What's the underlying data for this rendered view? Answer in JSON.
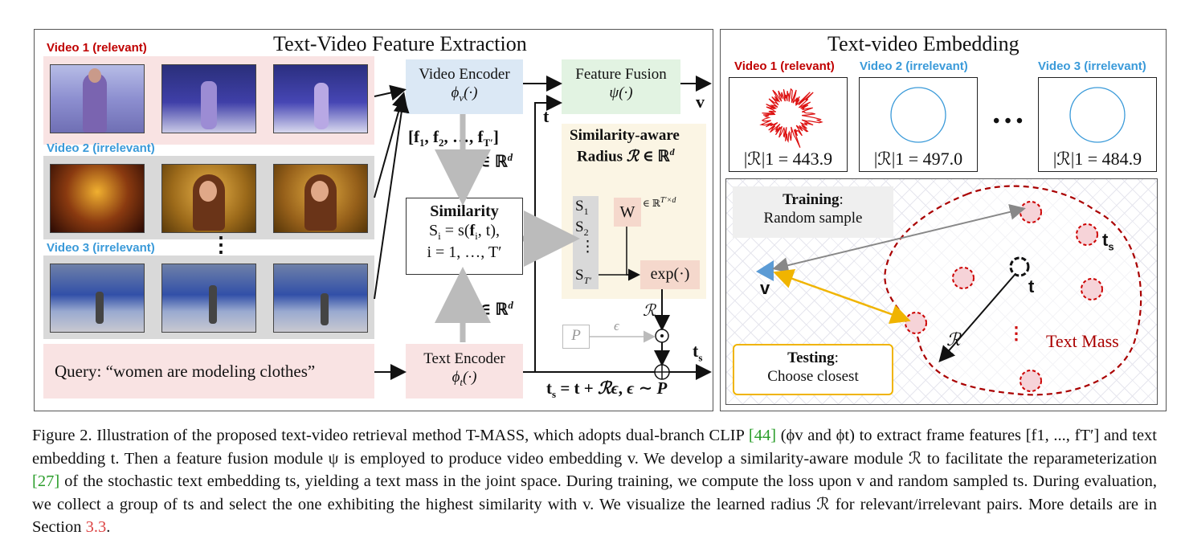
{
  "left_panel": {
    "title": "Text-Video Feature Extraction",
    "videos": [
      {
        "label": "Video 1 (relevant)",
        "color": "#c00000"
      },
      {
        "label": "Video 2 (irrelevant)",
        "color": "#3a9ad9"
      },
      {
        "label": "Video 3 (irrelevant)",
        "color": "#3a9ad9"
      }
    ],
    "vdots": "⋮",
    "query": "Query: “women are modeling clothes”",
    "video_encoder": {
      "title": "Video Encoder",
      "symbol": "ϕv(·)"
    },
    "text_encoder": {
      "title": "Text Encoder",
      "symbol": "ϕt(·)"
    },
    "feature_fusion": {
      "title": "Feature Fusion",
      "symbol": "ψ(·)"
    },
    "frame_features": "[f1, f2, …, fT′]",
    "ft_space": "ft∈ ℝd",
    "t_space": "t ∈ ℝd",
    "similarity": {
      "title": "Similarity",
      "line1": "Si = s(fi, t),",
      "line2": "i = 1, …, T′"
    },
    "radius_block": {
      "title1": "Similarity-aware",
      "title2": "Radius ℛ ∈ ℝd",
      "s_items": [
        "S1",
        "S2",
        "⋮",
        "ST′"
      ],
      "w": "W",
      "w_sup": "∈ ℝT′×d",
      "exp": "exp(·)",
      "r": "ℛ"
    },
    "p_label": "P",
    "eps_label": "ϵ",
    "v_label": "v",
    "t_label": "t",
    "ts_label": "ts",
    "ts_eq": "ts = t + ℛϵ, ϵ ∼ P"
  },
  "right_panel": {
    "title": "Text-video Embedding",
    "videos": [
      {
        "label": "Video 1 (relevant)",
        "color": "#c00000",
        "radius": "|ℛ|1 = 443.9"
      },
      {
        "label": "Video 2 (irrelevant)",
        "color": "#3a9ad9",
        "radius": "|ℛ|1 = 497.0"
      },
      {
        "label": "Video 3 (irrelevant)",
        "color": "#3a9ad9",
        "radius": "|ℛ|1 = 484.9"
      }
    ],
    "dots": "• • •",
    "training": {
      "bold": "Training",
      "rest": ":",
      "line2": "Random sample"
    },
    "testing": {
      "bold": "Testing",
      "rest": ":",
      "line2": "Choose closest"
    },
    "text_mass": "Text Mass",
    "v": "v",
    "t": "t",
    "ts": "ts",
    "r": "ℛ",
    "vdots": "⋮"
  },
  "caption": {
    "p1": "Figure 2. Illustration of the proposed text-video retrieval method T-MASS, which adopts dual-branch CLIP ",
    "ref44": "[44]",
    "p2": " (ϕv and ϕt) to extract frame features [f1, ..., fT′] and text embedding t. Then a feature fusion module ψ is employed to produce video embedding v. We develop a similarity-aware module ℛ to facilitate the reparameterization ",
    "ref27": "[27]",
    "p3": " of the stochastic text embedding ts, yielding a text mass in the joint space. During training, we compute the loss upon v and random sampled ts. During evaluation, we collect a group of ts and select the one exhibiting the highest similarity with v. We visualize the learned radius ℛ for relevant/irrelevant pairs. More details are in Section ",
    "sec": "3.3",
    "p4": "."
  }
}
